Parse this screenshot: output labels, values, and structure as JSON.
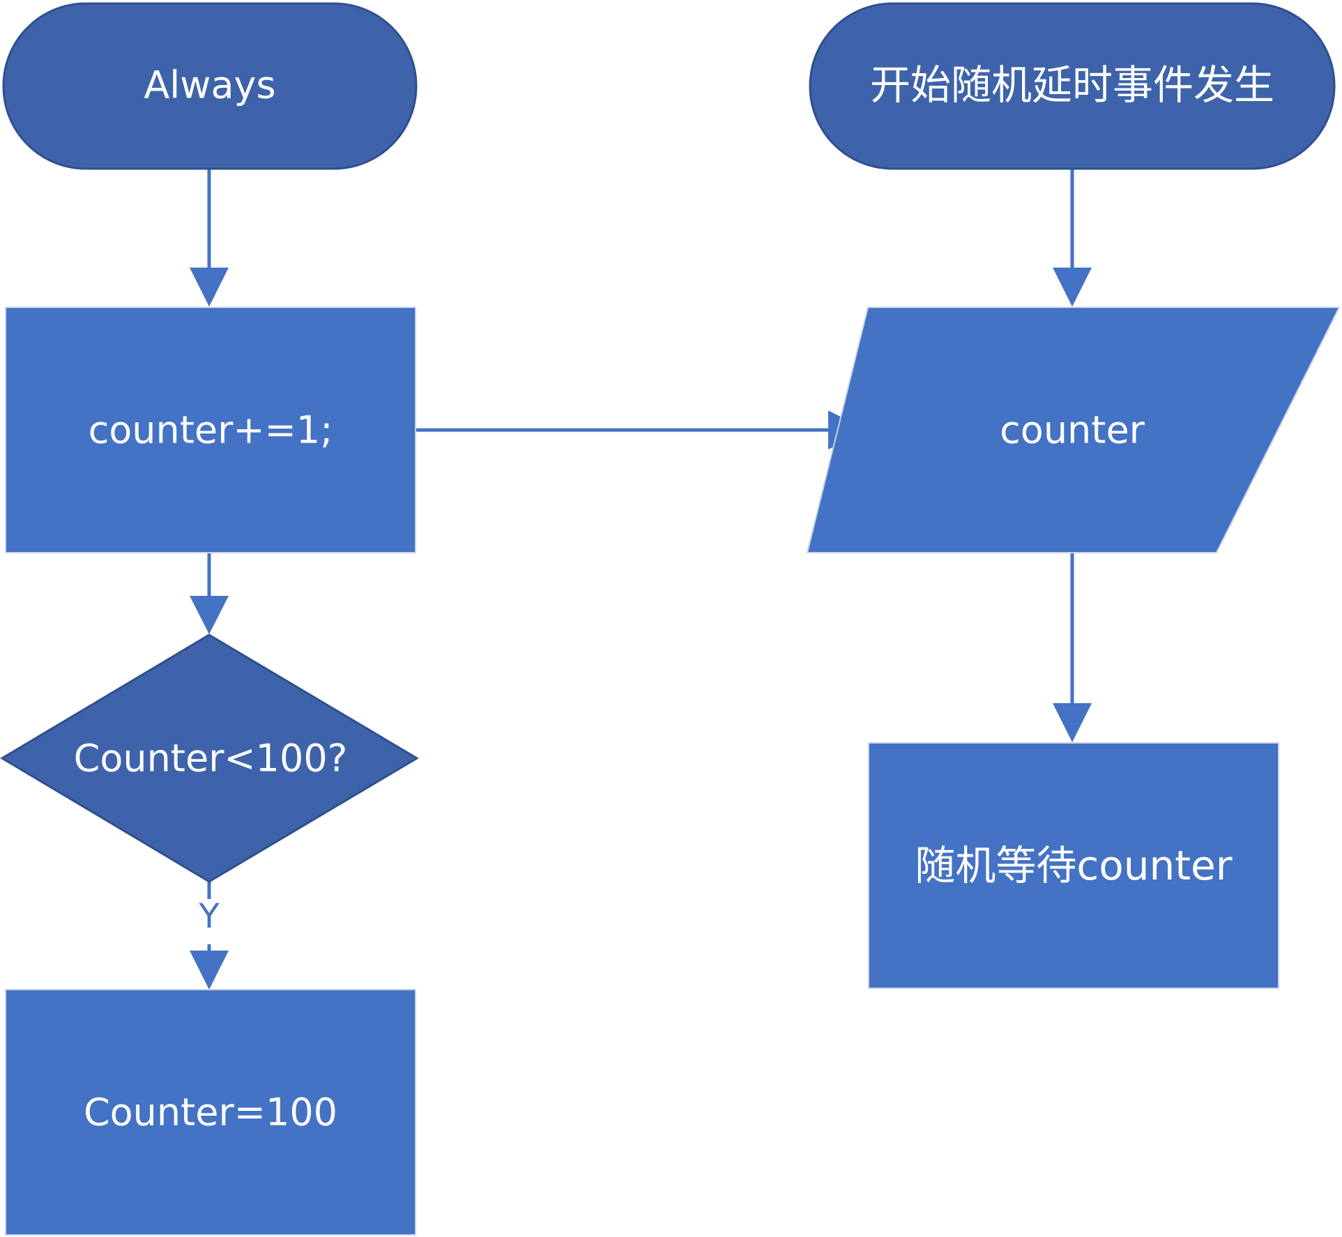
{
  "nodes": {
    "start_always": {
      "text": "Always",
      "kind": "terminator"
    },
    "increment": {
      "text": "counter+=1;",
      "kind": "process"
    },
    "decision": {
      "text": "Counter<100?",
      "kind": "decision"
    },
    "assign": {
      "text": "Counter=100",
      "kind": "process"
    },
    "start_random": {
      "text": "开始随机延时事件发生",
      "kind": "terminator"
    },
    "read_counter": {
      "text": "counter",
      "kind": "data"
    },
    "wait": {
      "text": "随机等待counter",
      "kind": "process"
    }
  },
  "edges": {
    "decision_yes": {
      "label": "Y"
    }
  },
  "colors": {
    "terminator_fill": "#3e63aa",
    "process_fill": "#4472c4",
    "decision_fill": "#3e63aa",
    "stroke": "#2f4f8f",
    "arrow": "#4472c4",
    "text": "#ffffff",
    "background": "#ffffff"
  }
}
